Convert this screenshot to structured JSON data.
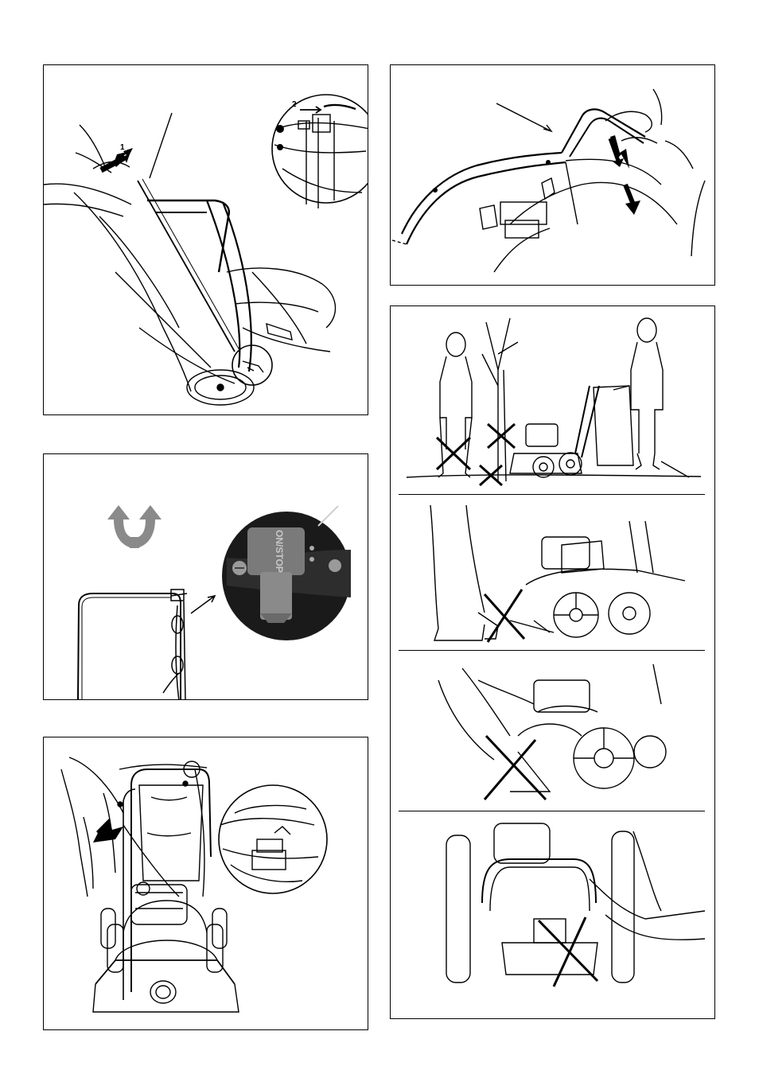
{
  "panel_a": {
    "step_label_1": "1",
    "step_label_2": "2"
  },
  "panel_c": {
    "switch_text": "ON/STOP"
  },
  "colors": {
    "ink": "#000000",
    "rotate_arrow": "#8a8a8a",
    "photo_bg": "#1a1a1a",
    "switch_body": "#7a7a7a"
  }
}
